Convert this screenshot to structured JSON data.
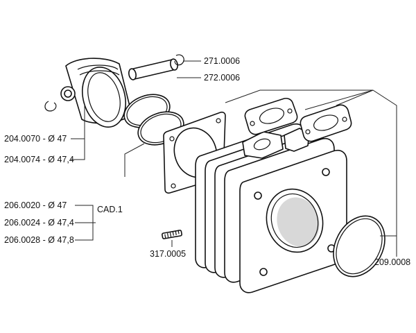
{
  "labels": {
    "piston_clip": "271.0006",
    "piston_pin": "272.0006",
    "piston_47": "204.0070 - Ø 47",
    "piston_47_4": "204.0074 - Ø 47,4",
    "ring_47": "206.0020 - Ø 47",
    "ring_47_4": "206.0024 - Ø 47,4",
    "ring_47_8": "206.0028 - Ø 47,8",
    "ring_group": "CAD.1",
    "stud": "317.0005",
    "gasket_set": "209.0008"
  },
  "colors": {
    "line": "#222222",
    "fill": "#ffffff",
    "text": "#111111"
  }
}
